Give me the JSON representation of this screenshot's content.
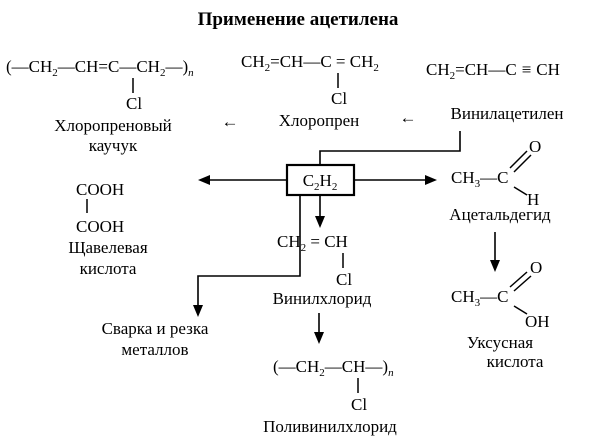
{
  "title": "Применение ацетилена",
  "hub": {
    "main": "C",
    "sub1": "2",
    "mid": "H",
    "sub2": "2"
  },
  "chloroprene_rubber": {
    "open": "(—CH",
    "sub1": "2",
    "mid": "—CH=C—CH",
    "sub2": "2",
    "close": "—)",
    "n": "n",
    "cl": "Cl",
    "name_line1": "Хлоропреновый",
    "name_line2": "каучук"
  },
  "chloroprene": {
    "a": "CH",
    "a_sub": "2",
    "b": "=CH—C = CH",
    "b_sub": "2",
    "cl": "Cl",
    "name": "Хлоропрен"
  },
  "vinylacetylene": {
    "a": "CH",
    "a_sub": "2",
    "b": "=CH—C",
    "triple": "≡",
    "c": "CH",
    "name": "Винилацетилен"
  },
  "oxalic_acid": {
    "top": "COOH",
    "bottom": "COOH",
    "name_line1": "Щавелевая",
    "name_line2": "кислота"
  },
  "acetaldehyde": {
    "left": "CH",
    "left_sub": "3",
    "dash": "—C",
    "o": "O",
    "h": "H",
    "name": "Ацетальдегид"
  },
  "vinyl_chloride": {
    "left": "CH",
    "left_sub": "2",
    "mid": " = CH",
    "cl": "Cl",
    "name": "Винилхлорид"
  },
  "welding": {
    "line1": "Сварка и резка",
    "line2": "металлов"
  },
  "acetic_acid": {
    "left": "CH",
    "left_sub": "3",
    "dash": "—C",
    "o": "O",
    "oh": "OH",
    "name_line1": "Уксусная",
    "name_line2": "кислота"
  },
  "pvc": {
    "open": "(—CH",
    "sub1": "2",
    "mid": "—CH—)",
    "n": "n",
    "cl": "Cl",
    "name": "Поливинилхлорид"
  },
  "arrow_glyph": "←"
}
